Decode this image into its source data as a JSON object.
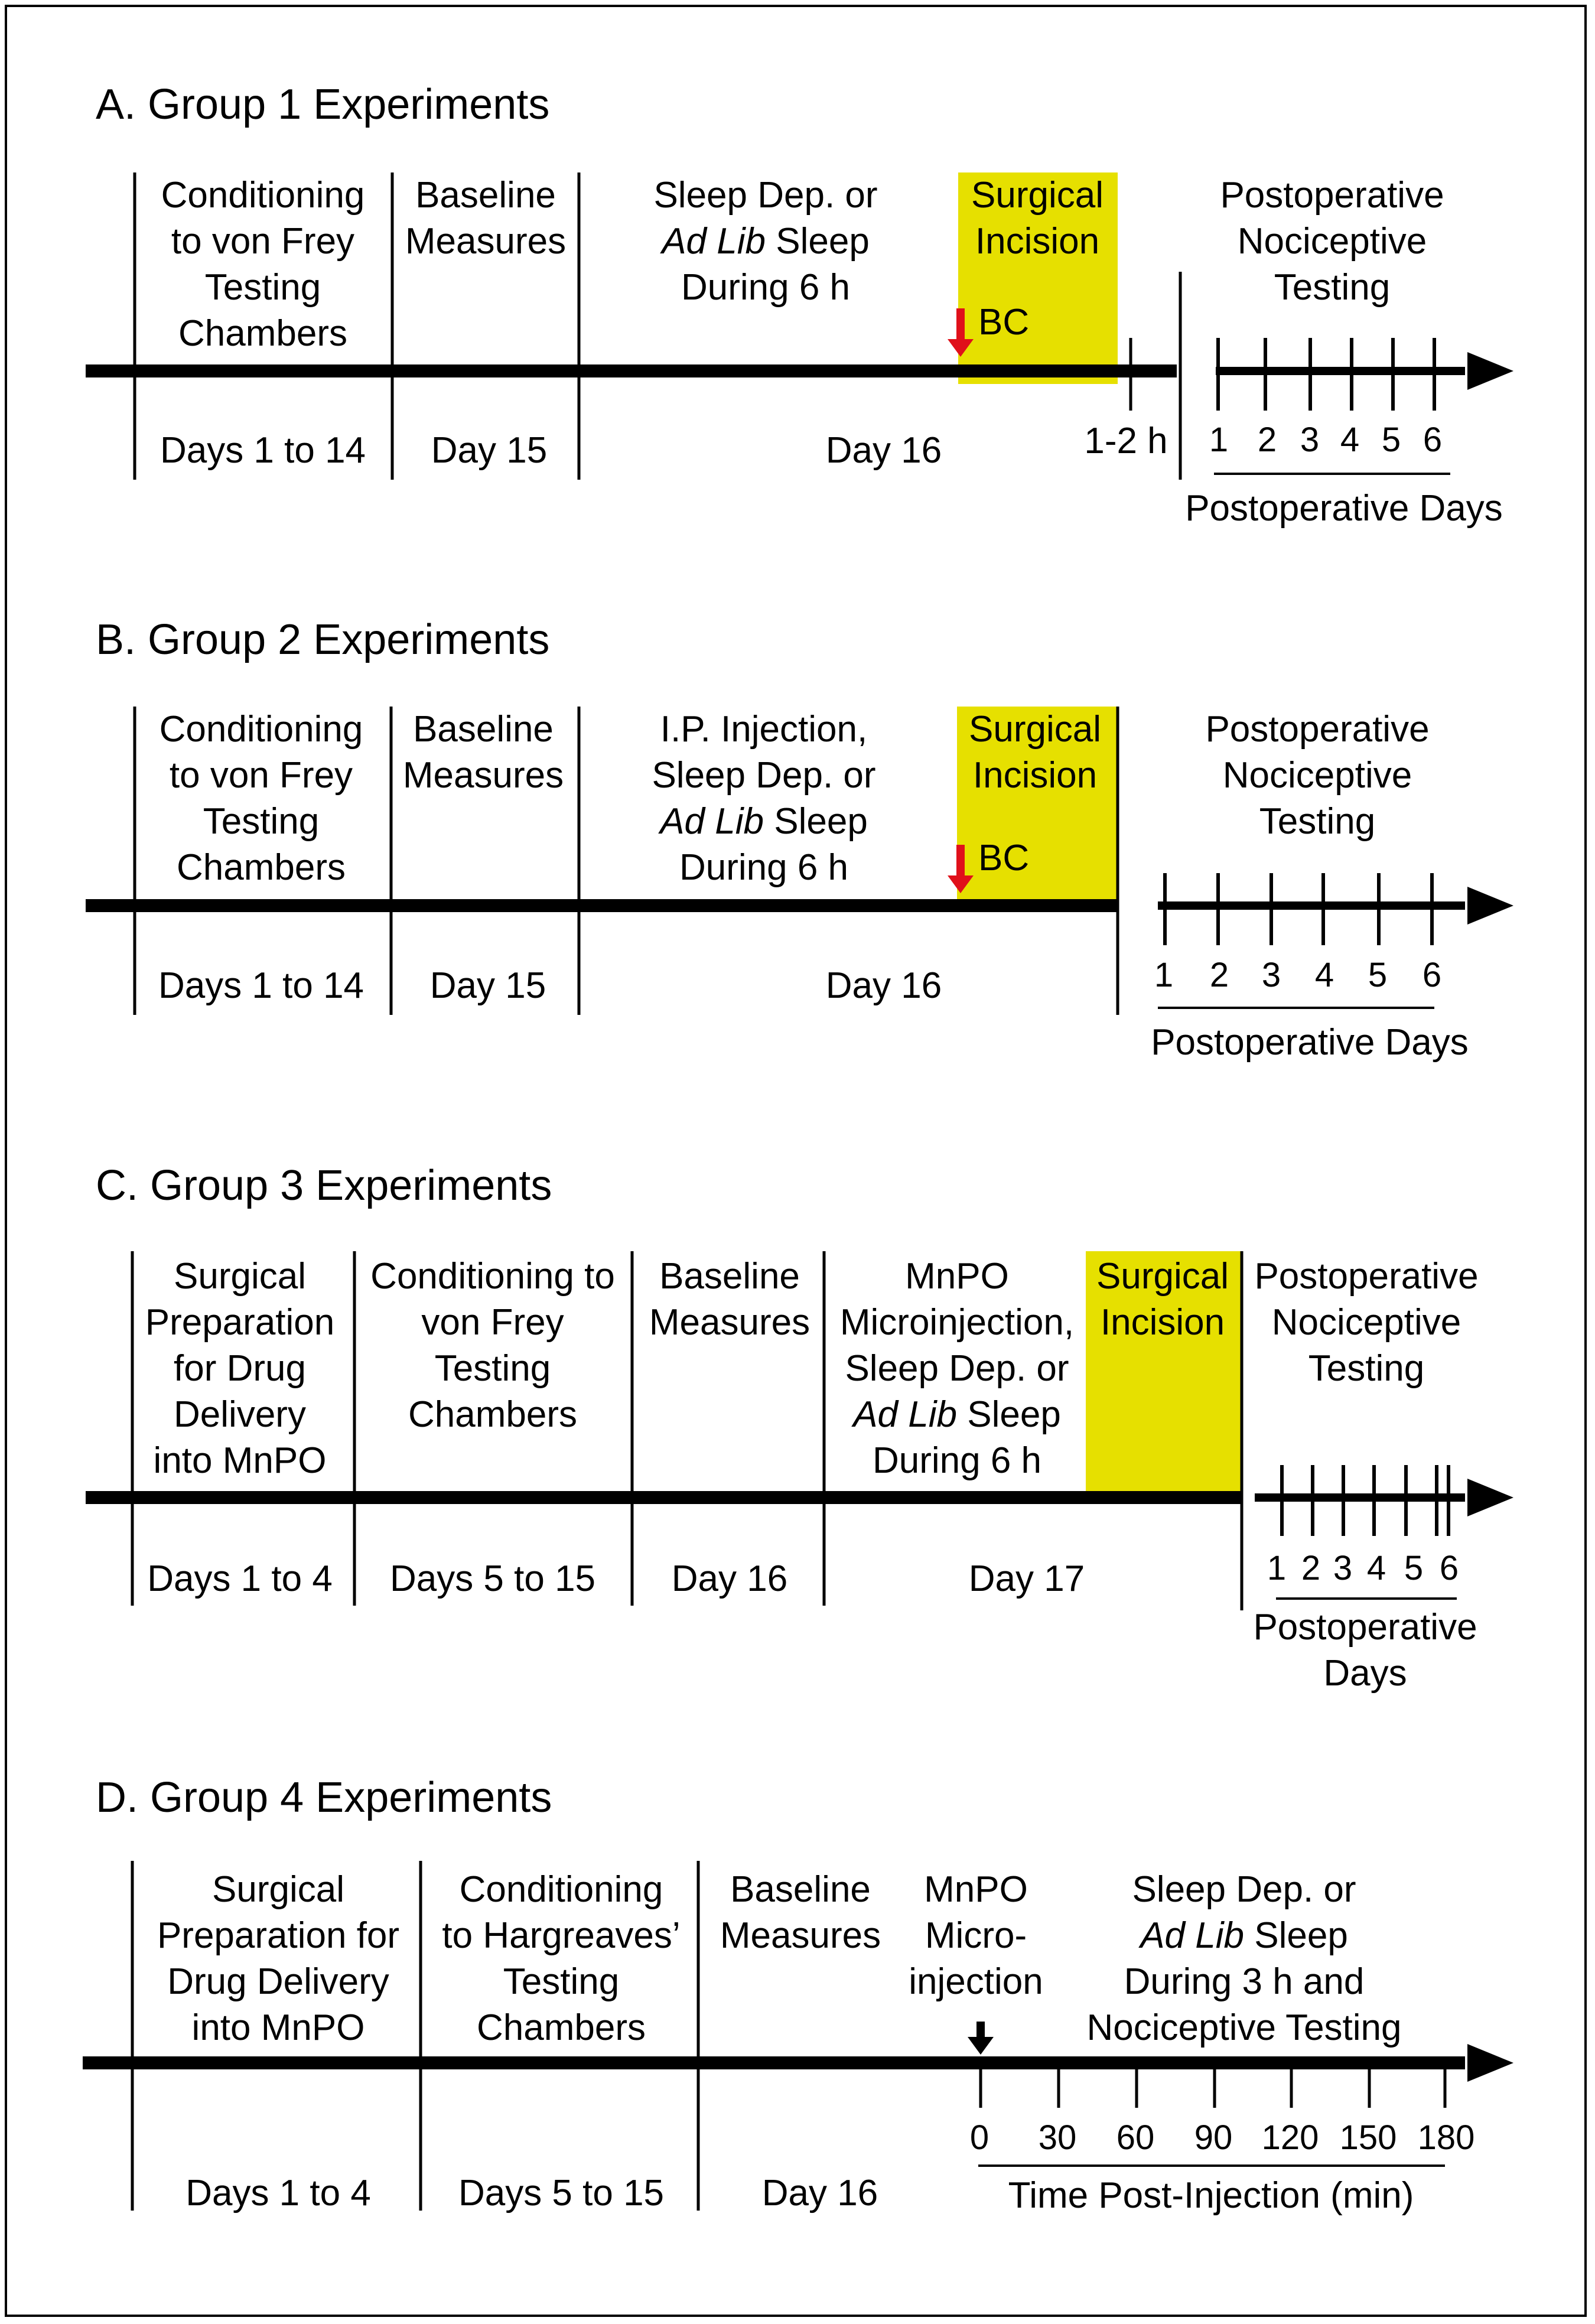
{
  "colors": {
    "highlight": "#e6e000",
    "marker": "#e0101a",
    "ink": "#000000"
  },
  "groups": [
    {
      "title": "A. Group 1 Experiments",
      "phases": [
        {
          "lines": [
            "Conditioning",
            "to von Frey",
            "Testing",
            "Chambers"
          ],
          "when": "Days 1 to 14"
        },
        {
          "lines": [
            "Baseline",
            "Measures"
          ],
          "when": "Day 15"
        },
        {
          "lines": [
            "Sleep Dep. or",
            "|Ad Lib| Sleep",
            "During 6 h"
          ],
          "when": "Day 16"
        },
        {
          "lines": [
            "Surgical",
            "Incision"
          ],
          "when": ""
        },
        {
          "lines": [
            "Postoperative",
            "Nociceptive",
            "Testing"
          ],
          "when": ""
        }
      ],
      "marker_label": "BC",
      "gap_label": "1-2 h",
      "ticks": [
        "1",
        "2",
        "3",
        "4",
        "5",
        "6"
      ],
      "axis_label": "Postoperative Days"
    },
    {
      "title": "B. Group 2 Experiments",
      "phases": [
        {
          "lines": [
            "Conditioning",
            "to von Frey",
            "Testing",
            "Chambers"
          ],
          "when": "Days 1 to 14"
        },
        {
          "lines": [
            "Baseline",
            "Measures"
          ],
          "when": "Day 15"
        },
        {
          "lines": [
            "I.P. Injection,",
            "Sleep Dep. or",
            "|Ad Lib| Sleep",
            "During 6 h"
          ],
          "when": "Day 16"
        },
        {
          "lines": [
            "Surgical",
            "Incision"
          ],
          "when": ""
        },
        {
          "lines": [
            "Postoperative",
            "Nociceptive",
            "Testing"
          ],
          "when": ""
        }
      ],
      "marker_label": "BC",
      "ticks": [
        "1",
        "2",
        "3",
        "4",
        "5",
        "6"
      ],
      "axis_label": "Postoperative Days"
    },
    {
      "title": "C. Group 3 Experiments",
      "phases": [
        {
          "lines": [
            "Surgical",
            "Preparation",
            "for Drug",
            "Delivery",
            "into MnPO"
          ],
          "when": "Days 1 to 4"
        },
        {
          "lines": [
            "Conditioning to",
            "von Frey",
            "Testing",
            "Chambers"
          ],
          "when": "Days 5 to 15"
        },
        {
          "lines": [
            "Baseline",
            "Measures"
          ],
          "when": "Day 16"
        },
        {
          "lines": [
            "MnPO",
            "Microinjection,",
            "Sleep Dep. or",
            "|Ad Lib| Sleep",
            "During 6 h"
          ],
          "when": "Day 17"
        },
        {
          "lines": [
            "Surgical",
            "Incision"
          ],
          "when": ""
        },
        {
          "lines": [
            "Postoperative",
            "Nociceptive",
            "Testing"
          ],
          "when": ""
        }
      ],
      "ticks": [
        "1",
        "2",
        "3",
        "4",
        "5",
        "6"
      ],
      "axis_label_lines": [
        "Postoperative",
        "Days"
      ]
    },
    {
      "title": "D. Group 4 Experiments",
      "phases": [
        {
          "lines": [
            "Surgical",
            "Preparation for",
            "Drug Delivery",
            "into MnPO"
          ],
          "when": "Days 1 to 4"
        },
        {
          "lines": [
            "Conditioning",
            "to Hargreaves’",
            "Testing",
            "Chambers"
          ],
          "when": "Days 5 to 15"
        },
        {
          "lines": [
            "Baseline",
            "Measures"
          ],
          "when": "Day 16"
        },
        {
          "lines": [
            "MnPO",
            "Micro-",
            "injection"
          ],
          "when": ""
        },
        {
          "lines": [
            "Sleep Dep. or",
            "|Ad Lib| Sleep",
            "During 3 h and",
            "Nociceptive Testing"
          ],
          "when": ""
        }
      ],
      "ticks": [
        "0",
        "30",
        "60",
        "90",
        "120",
        "150",
        "180"
      ],
      "axis_label": "Time Post-Injection (min)"
    }
  ]
}
